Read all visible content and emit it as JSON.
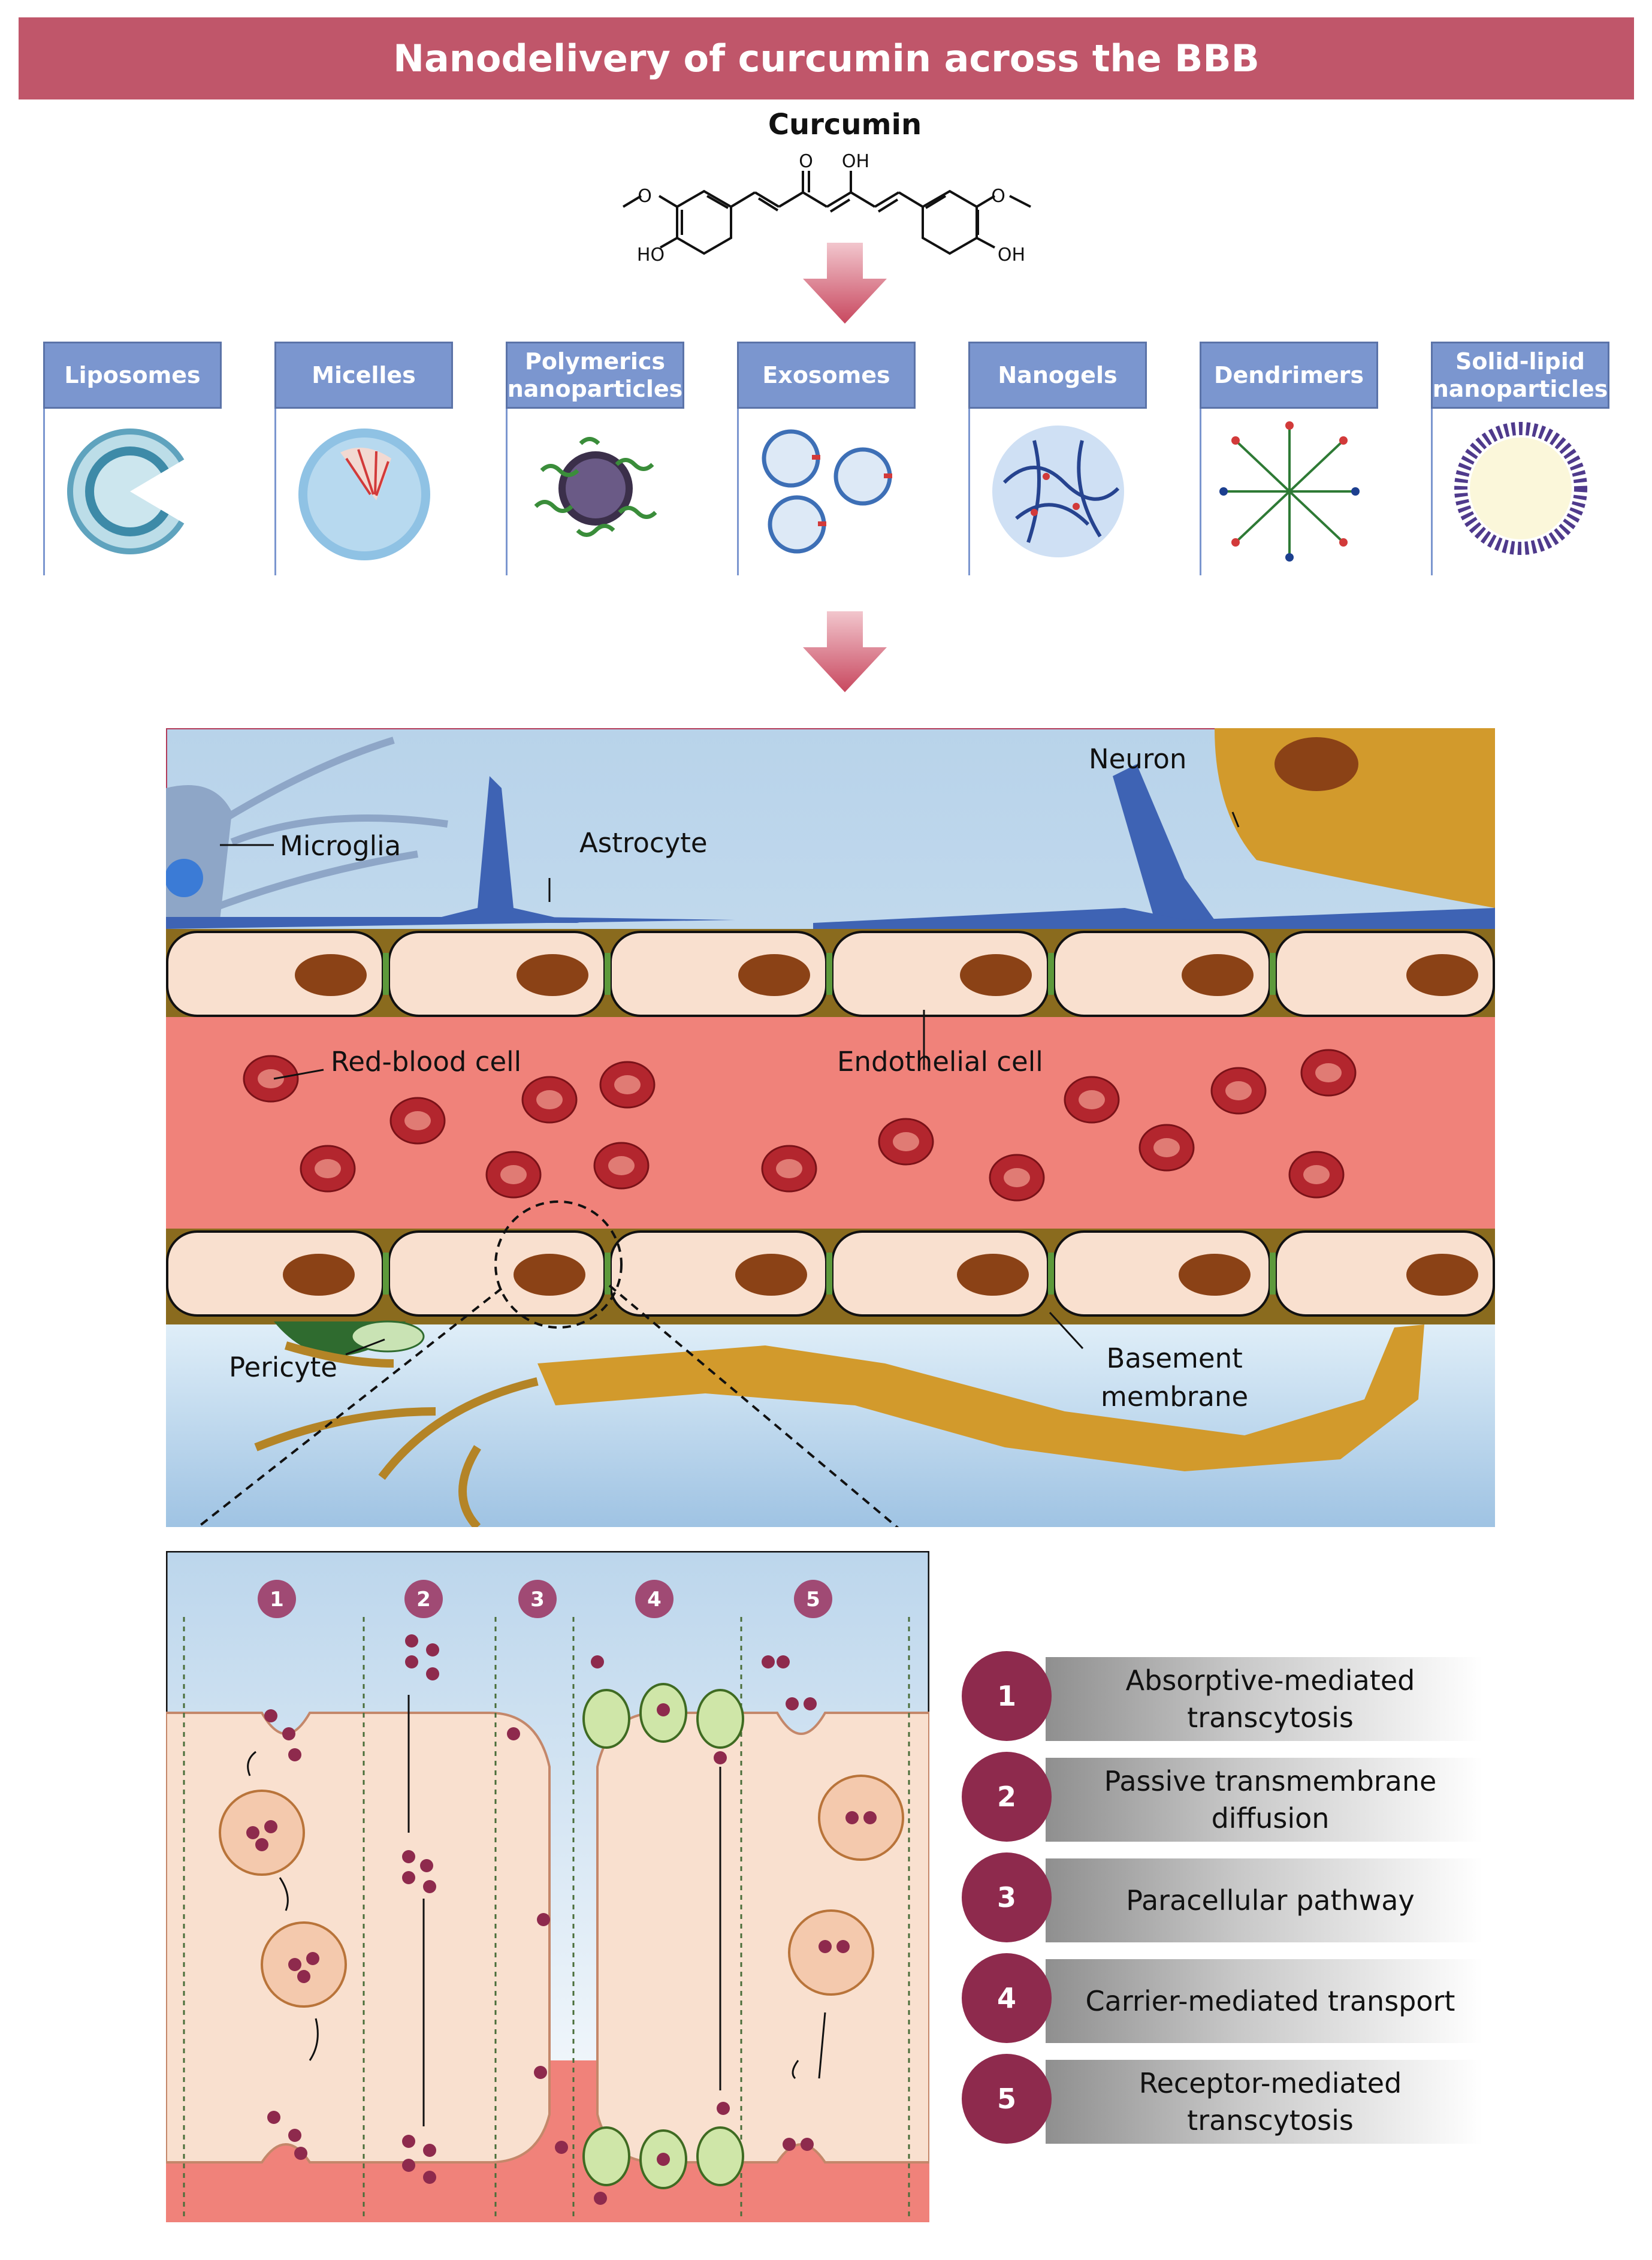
{
  "banner_title": "Nanodelivery of curcumin across the BBB",
  "molecule": {
    "name": "Curcumin",
    "labels": {
      "o_ketone": "O",
      "oh_enol": "OH",
      "ho_left": "HO",
      "oh_right": "OH"
    }
  },
  "carriers": [
    {
      "label": "Liposomes",
      "icon": "liposome-icon"
    },
    {
      "label": "Micelles",
      "icon": "micelle-icon"
    },
    {
      "label": "Polymerics nanoparticles",
      "icon": "polymeric-nanoparticle-icon"
    },
    {
      "label": "Exosomes",
      "icon": "exosome-icon"
    },
    {
      "label": "Nanogels",
      "icon": "nanogel-icon"
    },
    {
      "label": "Dendrimers",
      "icon": "dendrimer-icon"
    },
    {
      "label": "Solid-lipid nanoparticles",
      "icon": "solid-lipid-nanoparticle-icon"
    }
  ],
  "scene_labels": {
    "microglia": "Microglia",
    "astrocyte": "Astrocyte",
    "neuron": "Neuron",
    "red_blood_cell": "Red-blood cell",
    "endothelial_cell": "Endothelial cell",
    "pericyte": "Pericyte",
    "basement_membrane_1": "Basement",
    "basement_membrane_2": "membrane"
  },
  "pathways": [
    {
      "number": "1",
      "name": "Absorptive-mediated transcytosis"
    },
    {
      "number": "2",
      "name": "Passive transmembrane diffusion"
    },
    {
      "number": "3",
      "name": "Paracellular pathway"
    },
    {
      "number": "4",
      "name": "Carrier-mediated transport"
    },
    {
      "number": "5",
      "name": "Receptor-mediated transcytosis"
    }
  ],
  "colors": {
    "banner": "#c0566a",
    "carrier_header": "#7b96cf",
    "blood": "#f0827a",
    "endothelium": "#f9e0cf",
    "nucleus": "#8b4216",
    "astrocyte": "#3e63b4",
    "neuron": "#d29a2c",
    "pathway_badge": "#8e2a4d"
  }
}
